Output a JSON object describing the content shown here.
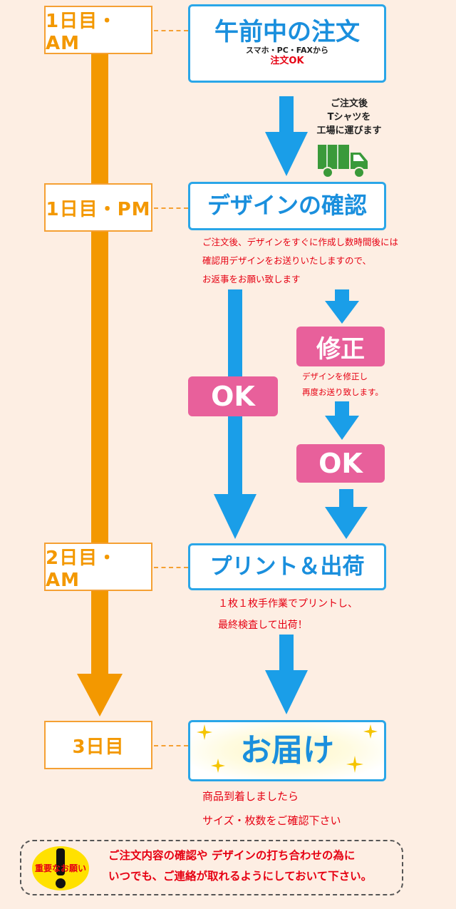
{
  "timeline": {
    "day1_am": "1日目・AM",
    "day1_pm": "1日目・PM",
    "day2_am": "2日目・AM",
    "day3": "3日目"
  },
  "steps": {
    "order": {
      "title": "午前中の注文",
      "sub": "スマホ・PC・FAXから",
      "sub_red": "注文OK"
    },
    "transport_note": [
      "ご注文後",
      "Tシャツを",
      "工場に運びます"
    ],
    "design": {
      "title": "デザインの確認",
      "note": [
        "ご注文後、デザインをすぐに作成し数時間後には",
        "確認用デザインをお送りいたしますので、",
        "お返事をお願い致します"
      ]
    },
    "revise": {
      "label": "修正",
      "note": [
        "デザインを修正し",
        "再度お送り致します。"
      ]
    },
    "ok_left": "OK",
    "ok_right": "OK",
    "print": {
      "title": "プリント＆出荷",
      "note": [
        "１枚１枚手作業でプリントし、",
        "最終検査して出荷！"
      ]
    },
    "delivery": {
      "title": "お届け",
      "note": [
        "商品到着しましたら",
        "サイズ・枚数をご確認下さい"
      ]
    }
  },
  "notice": {
    "badge": "重要なお願い",
    "line1": "ご注文内容の確認や デザインの打ち合わせの為に",
    "line2": "いつでも、ご連絡が取れるようにしておいて下さい。"
  },
  "colors": {
    "orange": "#f39800",
    "blue": "#1a9ee8",
    "pink": "#e8609b",
    "red": "#e60012",
    "truck_green": "#3a9a3a"
  }
}
